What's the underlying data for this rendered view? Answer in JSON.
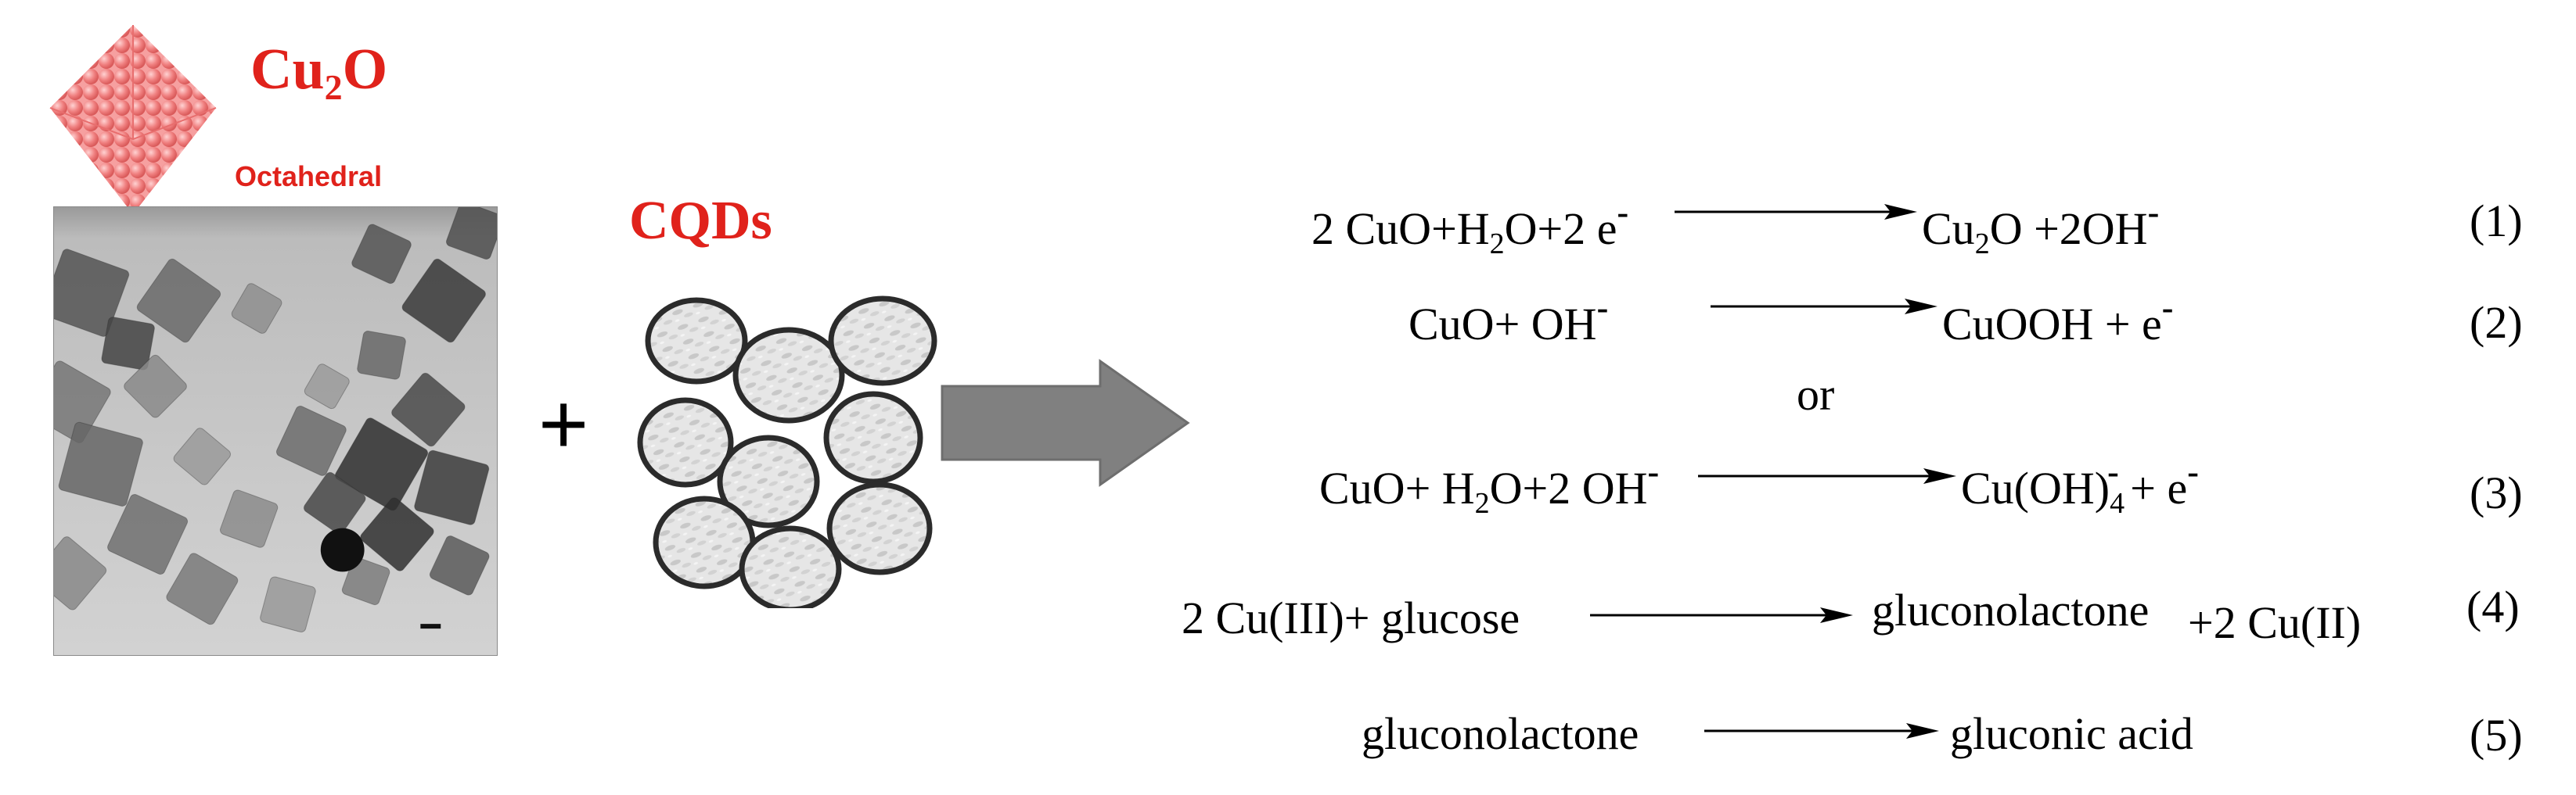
{
  "left_panel": {
    "cu2o_main": "Cu",
    "cu2o_sub": "2",
    "cu2o_tail": "O",
    "octahedral": "Octahedral",
    "plus": "+",
    "cqds": "CQDs"
  },
  "colors": {
    "label_red": "#e0221b",
    "octahedron_fill": "#f08080",
    "arrow_gray": "#808080",
    "text": "#000000"
  },
  "icons": [
    "octahedron-icon",
    "cqd-sphere-icon",
    "process-arrow-icon",
    "reaction-arrow-icon"
  ],
  "equations": [
    {
      "id": "1",
      "number": "(1)"
    },
    {
      "id": "2",
      "number": "(2)"
    },
    {
      "id": "3",
      "number": "(3)"
    },
    {
      "id": "4",
      "number": "(4)"
    },
    {
      "id": "5",
      "number": "(5)"
    }
  ],
  "eq1": {
    "lhs_a": "2 CuO+H",
    "lhs_sub": "2",
    "lhs_b": "O+2 e",
    "lhs_sup": "-",
    "rhs_a": "Cu",
    "rhs_sub": "2",
    "rhs_b": "O +2OH",
    "rhs_sup": "-"
  },
  "eq2": {
    "lhs_a": "CuO+ OH",
    "lhs_sup": "-",
    "rhs_a": "CuOOH + e",
    "rhs_sup": "-"
  },
  "or_text": "or",
  "eq3": {
    "lhs_a": "CuO+ H",
    "lhs_sub": "2",
    "lhs_b": "O+2 OH",
    "lhs_sup": "-",
    "rhs_a": "Cu(OH)",
    "rhs_sub": "4",
    "rhs_sup": "-",
    "rhs_b": " + e",
    "rhs_sup2": "-"
  },
  "eq4": {
    "lhs": "2 Cu(III)+ glucose",
    "rhs_a": "gluconolactone",
    "rhs_b": "+2 Cu(II)"
  },
  "eq5": {
    "lhs": "gluconolactone",
    "rhs": "gluconic acid"
  }
}
